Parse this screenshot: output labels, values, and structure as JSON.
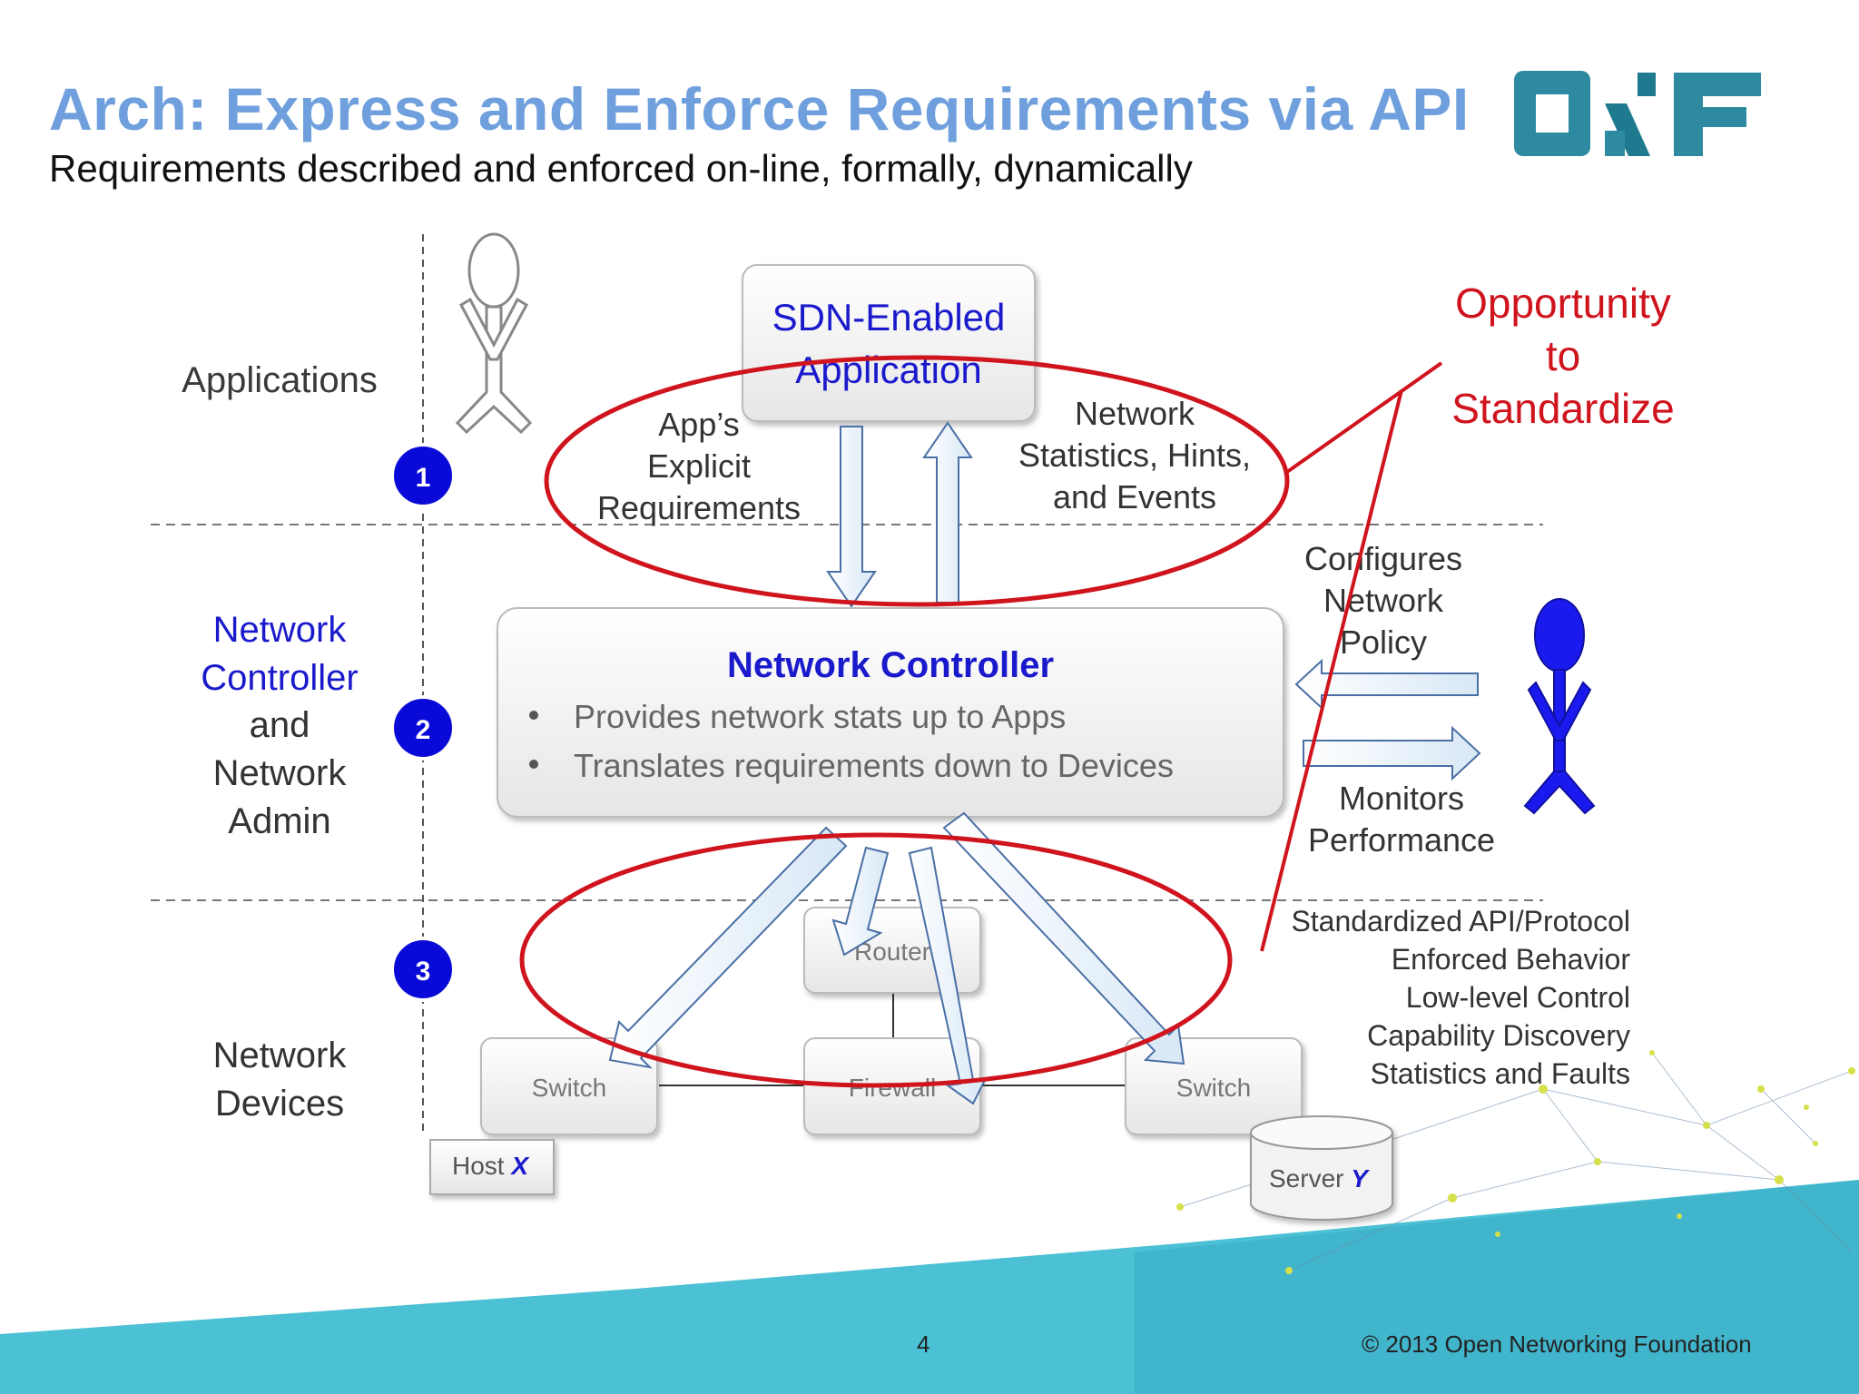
{
  "title": "Arch: Express and Enforce Requirements via API",
  "subtitle": "Requirements described and enforced on-line, formally, dynamically",
  "logo": {
    "letters": "ONF",
    "label": "onf-logo"
  },
  "layers": {
    "applications": "Applications",
    "controller": [
      "Network",
      "Controller",
      "and",
      "Network",
      "Admin"
    ],
    "devices": [
      "Network",
      "Devices"
    ]
  },
  "badges": [
    "1",
    "2",
    "3"
  ],
  "app_box": [
    "SDN-Enabled",
    "Application"
  ],
  "app_requirements": [
    "App’s",
    "Explicit",
    "Requirements"
  ],
  "network_stats": [
    "Network",
    "Statistics, Hints,",
    "and Events"
  ],
  "opportunity": [
    "Opportunity",
    "to",
    "Standardize"
  ],
  "controller_box": {
    "title": "Network Controller",
    "bullets": [
      "Provides network stats up to Apps",
      "Translates requirements down to Devices"
    ]
  },
  "configures": [
    "Configures",
    "Network",
    "Policy"
  ],
  "monitors": [
    "Monitors",
    "Performance"
  ],
  "api_list": [
    "Standardized API/Protocol",
    "Enforced Behavior",
    "Low-level Control",
    "Capability Discovery",
    "Statistics and Faults"
  ],
  "devices": {
    "router": "Router",
    "switch_left": "Switch",
    "firewall": "Firewall",
    "switch_right": "Switch",
    "host": "Host ",
    "host_var": "X",
    "server": "Server ",
    "server_var": "Y"
  },
  "footer": {
    "page": "4",
    "copyright": "© 2013 Open Networking Foundation"
  },
  "colors": {
    "title": "#6fa0dd",
    "accent_red": "#d0141e",
    "dark_blue": "#1a1acc",
    "teal": "#3fb7cc"
  }
}
